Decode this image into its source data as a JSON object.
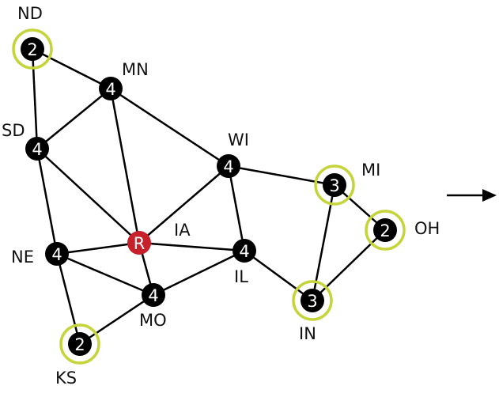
{
  "colors": {
    "node_fill": "#000000",
    "removed_node_fill": "#c8202b",
    "highlight_ring": "#c5d43a",
    "edge": "#000000"
  },
  "graph": {
    "nodes": [
      {
        "id": "ND",
        "label": "ND",
        "degree": "2",
        "highlighted": true,
        "removed": false
      },
      {
        "id": "MN",
        "label": "MN",
        "degree": "4",
        "highlighted": false,
        "removed": false
      },
      {
        "id": "SD",
        "label": "SD",
        "degree": "4",
        "highlighted": false,
        "removed": false
      },
      {
        "id": "WI",
        "label": "WI",
        "degree": "4",
        "highlighted": false,
        "removed": false
      },
      {
        "id": "IA",
        "label": "IA",
        "degree": "R",
        "highlighted": false,
        "removed": true
      },
      {
        "id": "MI",
        "label": "MI",
        "degree": "3",
        "highlighted": true,
        "removed": false
      },
      {
        "id": "OH",
        "label": "OH",
        "degree": "2",
        "highlighted": true,
        "removed": false
      },
      {
        "id": "NE",
        "label": "NE",
        "degree": "4",
        "highlighted": false,
        "removed": false
      },
      {
        "id": "IL",
        "label": "IL",
        "degree": "4",
        "highlighted": false,
        "removed": false
      },
      {
        "id": "MO",
        "label": "MO",
        "degree": "4",
        "highlighted": false,
        "removed": false
      },
      {
        "id": "IN",
        "label": "IN",
        "degree": "3",
        "highlighted": true,
        "removed": false
      },
      {
        "id": "KS",
        "label": "KS",
        "degree": "2",
        "highlighted": true,
        "removed": false
      }
    ],
    "edges": [
      [
        "ND",
        "MN"
      ],
      [
        "ND",
        "SD"
      ],
      [
        "MN",
        "SD"
      ],
      [
        "MN",
        "WI"
      ],
      [
        "MN",
        "IA"
      ],
      [
        "SD",
        "IA"
      ],
      [
        "SD",
        "NE"
      ],
      [
        "WI",
        "IA"
      ],
      [
        "WI",
        "MI"
      ],
      [
        "WI",
        "IL"
      ],
      [
        "IA",
        "NE"
      ],
      [
        "IA",
        "IL"
      ],
      [
        "IA",
        "MO"
      ],
      [
        "NE",
        "MO"
      ],
      [
        "NE",
        "KS"
      ],
      [
        "MO",
        "KS"
      ],
      [
        "MO",
        "IL"
      ],
      [
        "IL",
        "IN"
      ],
      [
        "MI",
        "IN"
      ],
      [
        "MI",
        "OH"
      ],
      [
        "IN",
        "OH"
      ]
    ]
  },
  "next_arrow": {
    "icon": "right-arrow-icon"
  }
}
